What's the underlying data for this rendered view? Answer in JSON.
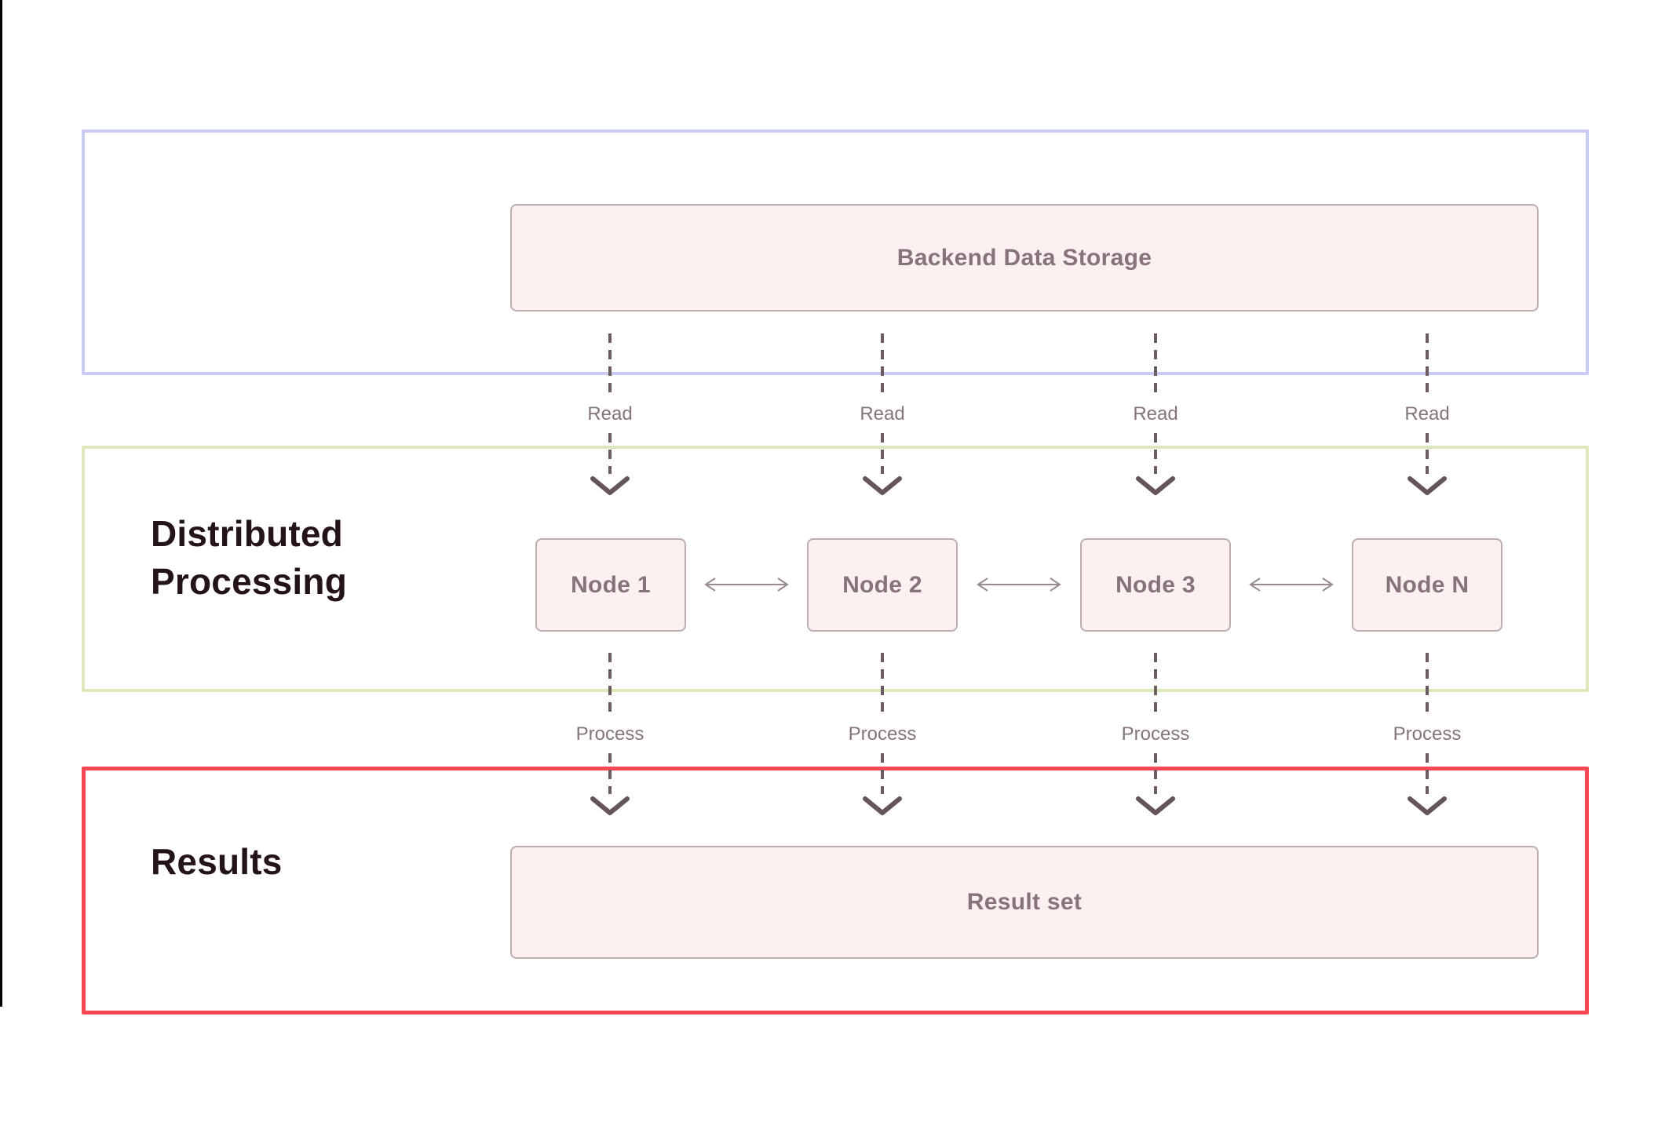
{
  "diagram": {
    "sections": {
      "storage": {
        "box_label": "Backend Data Storage"
      },
      "processing": {
        "title": "Distributed Processing"
      },
      "results": {
        "title": "Results",
        "box_label": "Result set"
      }
    },
    "columns": [
      {
        "node": "Node 1",
        "read": "Read",
        "process": "Process"
      },
      {
        "node": "Node 2",
        "read": "Read",
        "process": "Process"
      },
      {
        "node": "Node 3",
        "read": "Read",
        "process": "Process"
      },
      {
        "node": "Node N",
        "read": "Read",
        "process": "Process"
      }
    ],
    "colors": {
      "storage_section_border": "#c9cbf3",
      "processing_section_border": "#dfe8bb",
      "results_section_border": "#fb4753",
      "box_fill": "#fdf0f1",
      "box_border": "#bfaeae",
      "box_text": "#85757a",
      "title_text": "#241317",
      "dashed_arrow": "#6e5d60",
      "arrow_head": "#655458",
      "node_link_arrow": "#9a8b8d"
    }
  }
}
